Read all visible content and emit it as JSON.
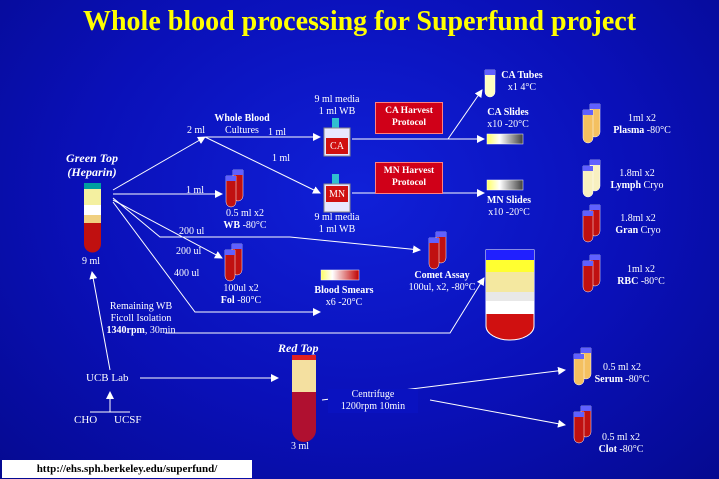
{
  "title": "Whole blood processing for Superfund project",
  "url": "http://ehs.sph.berkeley.edu/superfund/",
  "green_top": {
    "name": "Green Top",
    "sub": "(Heparin)",
    "volume": "9 ml"
  },
  "red_top": {
    "name": "Red Top",
    "volume": "3 ml"
  },
  "arrows": {
    "a2ml": "2 ml",
    "a1ml_wbc": "1 ml",
    "a1ml_mn": "1 ml",
    "a1ml_wb": "1 ml",
    "a200ul_1": "200 ul",
    "a200ul_2": "200 ul",
    "a400ul": "400 ul"
  },
  "whole_blood_cultures": {
    "line1": "Whole Blood",
    "line2": "Cultures"
  },
  "ca_tube": {
    "label": "CA",
    "top_line1": "9 ml media",
    "top_line2": "1 ml WB"
  },
  "mn_tube": {
    "label": "MN",
    "bot_line1": "9 ml media",
    "bot_line2": "1 ml WB"
  },
  "ca_harvest": {
    "line1": "CA Harvest",
    "line2": "Protocol"
  },
  "mn_harvest": {
    "line1": "MN Harvest",
    "line2": "Protocol"
  },
  "ca_tubes": {
    "line1": "CA Tubes",
    "line2": "x1   4°C"
  },
  "ca_slides": {
    "line1": "CA Slides",
    "line2": "x10   -20°C"
  },
  "mn_slides": {
    "line1": "MN Slides",
    "line2": "x10   -20°C"
  },
  "wb_aliquot": {
    "line1": "0.5 ml x2",
    "bold": "WB",
    "rest": "  -80°C"
  },
  "fol_aliquot": {
    "line1": "100ul x2",
    "bold": "Fol",
    "rest": " -80°C"
  },
  "blood_smears": {
    "bold": "Blood Smears",
    "line2": "x6     -20°C"
  },
  "comet_assay": {
    "bold": "Comet Assay",
    "line2": "100ul, x2, -80°C"
  },
  "ficoll": {
    "line1": "Remaining WB",
    "line2": "Ficoll Isolation",
    "bold": "1340rpm",
    "rest": ", 30min"
  },
  "fractions": [
    {
      "line1": "1ml    x2",
      "bold": "Plasma",
      "rest": " -80°C"
    },
    {
      "line1": "1.8ml   x2",
      "bold": "Lymph",
      "rest": " Cryo"
    },
    {
      "line1": "1.8ml   x2",
      "bold": "Gran",
      "rest": "  Cryo"
    },
    {
      "line1": "1ml     x2",
      "bold": "RBC",
      "rest": " -80°C"
    }
  ],
  "ucb_lab": "UCB Lab",
  "cho": "CHO",
  "ucsf": "UCSF",
  "centrifuge": {
    "line1": "Centrifuge",
    "line2": "1200rpm    10min"
  },
  "serum": {
    "line1": "0.5 ml   x2",
    "bold": "Serum",
    "rest": " -80°C"
  },
  "clot": {
    "line1": "0.5 ml   x2",
    "bold": "Clot",
    "rest": " -80°C"
  }
}
